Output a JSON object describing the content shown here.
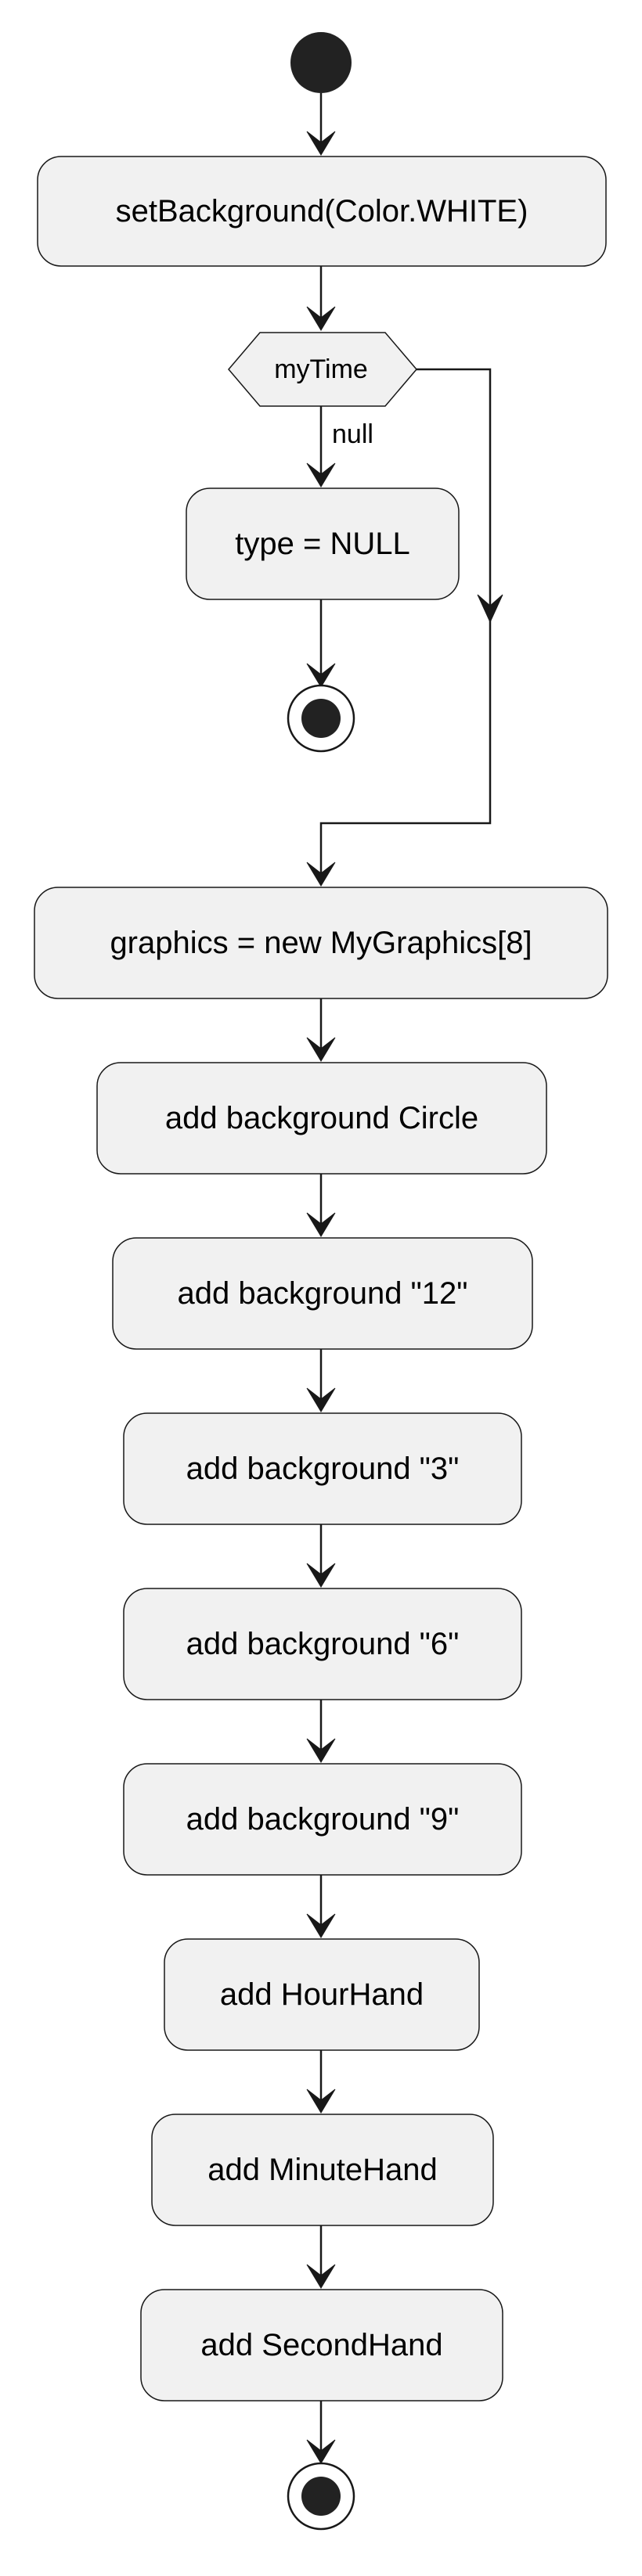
{
  "diagram": {
    "decision": {
      "condition": "myTime",
      "branch_label": "null"
    },
    "actions": {
      "set_background": "setBackground(Color.WHITE)",
      "type_null": "type = NULL",
      "graphics_init": "graphics = new MyGraphics[8]",
      "add_circle": "add background Circle",
      "add_12": "add background \"12\"",
      "add_3": "add background \"3\"",
      "add_6": "add background \"6\"",
      "add_9": "add background \"9\"",
      "add_hour": "add HourHand",
      "add_minute": "add MinuteHand",
      "add_second": "add SecondHand"
    }
  }
}
